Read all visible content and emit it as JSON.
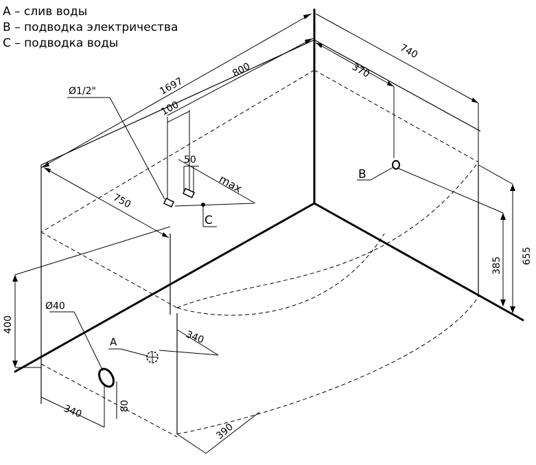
{
  "legend": {
    "a": "A – слив воды",
    "b": "B – подводка электричества",
    "c": "C – подводка воды"
  },
  "dimensions": {
    "d1697": "1697",
    "d800": "800",
    "d370": "370",
    "d740": "740",
    "d100": "100",
    "d50": "50",
    "dmax": "max",
    "d750": "750",
    "d400": "400",
    "d385": "385",
    "d655": "655",
    "d340_right": "340",
    "d340_bottom": "340",
    "d390": "390",
    "d80": "80",
    "pipe_half": "Ø1/2\"",
    "pipe_40": "Ø40"
  },
  "markers": {
    "a": "A",
    "b": "B",
    "c": "C"
  }
}
